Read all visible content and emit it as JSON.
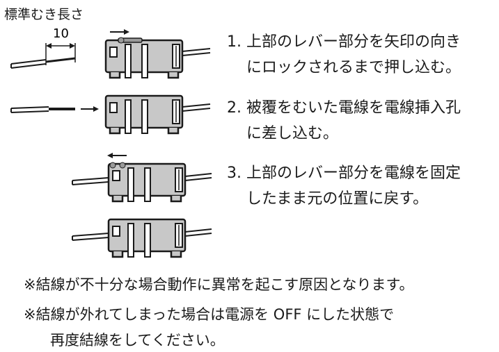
{
  "header": {
    "title": "標準むき長さ"
  },
  "dimension": {
    "label": "10"
  },
  "steps": [
    {
      "num": "1.",
      "line1": "上部のレバー部分を矢印の向き",
      "line2": "にロックされるまで押し込む。"
    },
    {
      "num": "2.",
      "line1": "被覆をむいた電線を電線挿入孔",
      "line2": "に差し込む。"
    },
    {
      "num": "3.",
      "line1": "上部のレバー部分を電線を固定",
      "line2": "したまま元の位置に戻す。"
    }
  ],
  "notes": {
    "note1": "※結線が不十分な場合動作に異常を起こす原因となります。",
    "note2_line1": "※結線が外れてしまった場合は電源を OFF にした状態で",
    "note2_line2": "再度結線をしてください。"
  },
  "colors": {
    "connector_fill": "#c8c8c8",
    "lever": "#9a9a9a",
    "stroke": "#1a1a1a"
  }
}
